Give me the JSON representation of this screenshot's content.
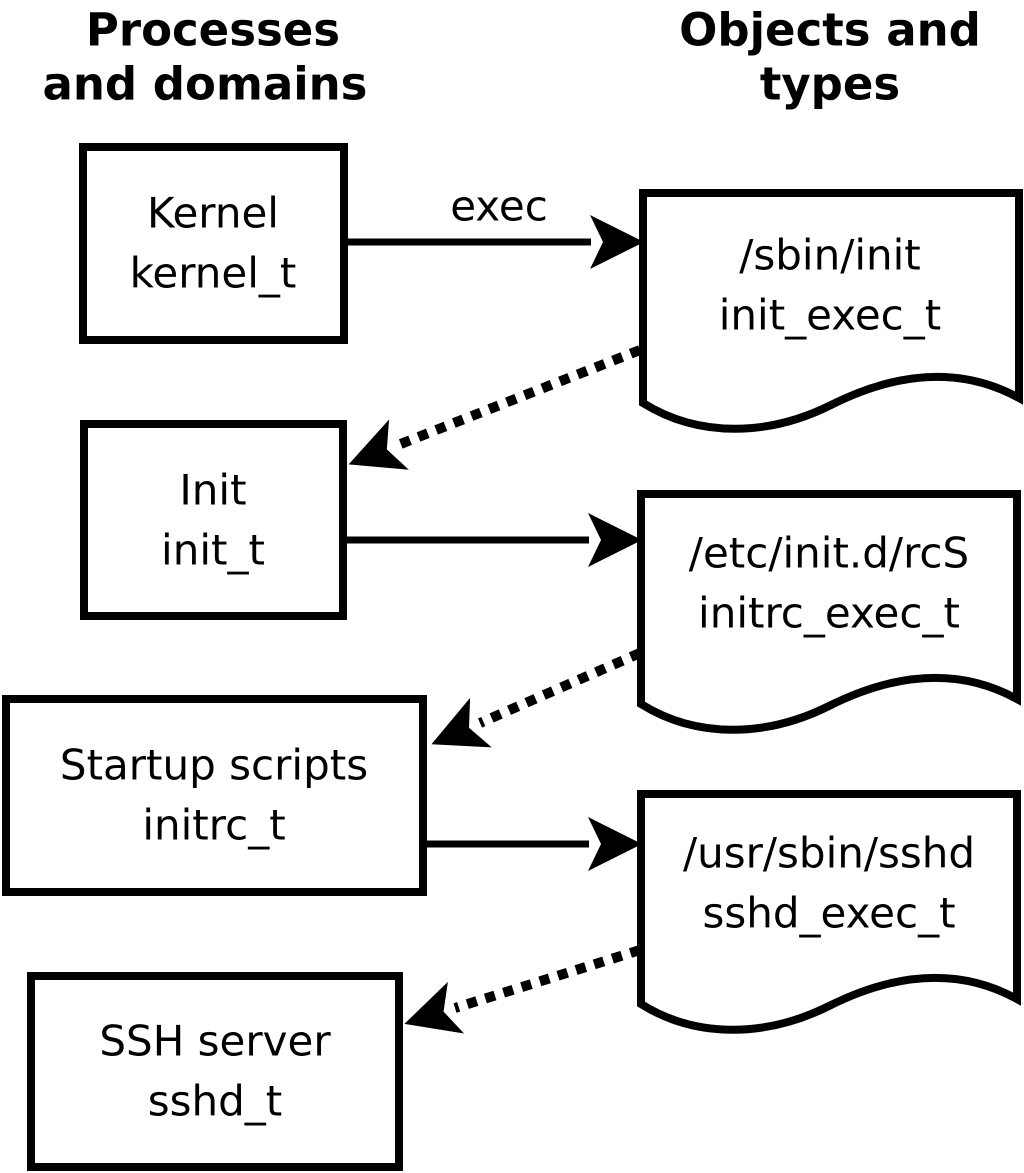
{
  "diagram": {
    "kind": "selinux-domain-transition",
    "colors": {
      "foreground": "#000000",
      "background": "#ffffff"
    },
    "headers": {
      "left": {
        "line1": "Processes",
        "line2": "and domains"
      },
      "right": {
        "line1": "Objects and",
        "line2": "types"
      }
    },
    "process_boxes": [
      {
        "name": "Kernel",
        "domain": "kernel_t"
      },
      {
        "name": "Init",
        "domain": "init_t"
      },
      {
        "name": "Startup scripts",
        "domain": "initrc_t"
      },
      {
        "name": "SSH server",
        "domain": "sshd_t"
      }
    ],
    "object_docs": [
      {
        "path": "/sbin/init",
        "type": "init_exec_t"
      },
      {
        "path": "/etc/init.d/rcS",
        "type": "initrc_exec_t"
      },
      {
        "path": "/usr/sbin/sshd",
        "type": "sshd_exec_t"
      }
    ],
    "arrow_labels": {
      "exec": "exec"
    }
  }
}
